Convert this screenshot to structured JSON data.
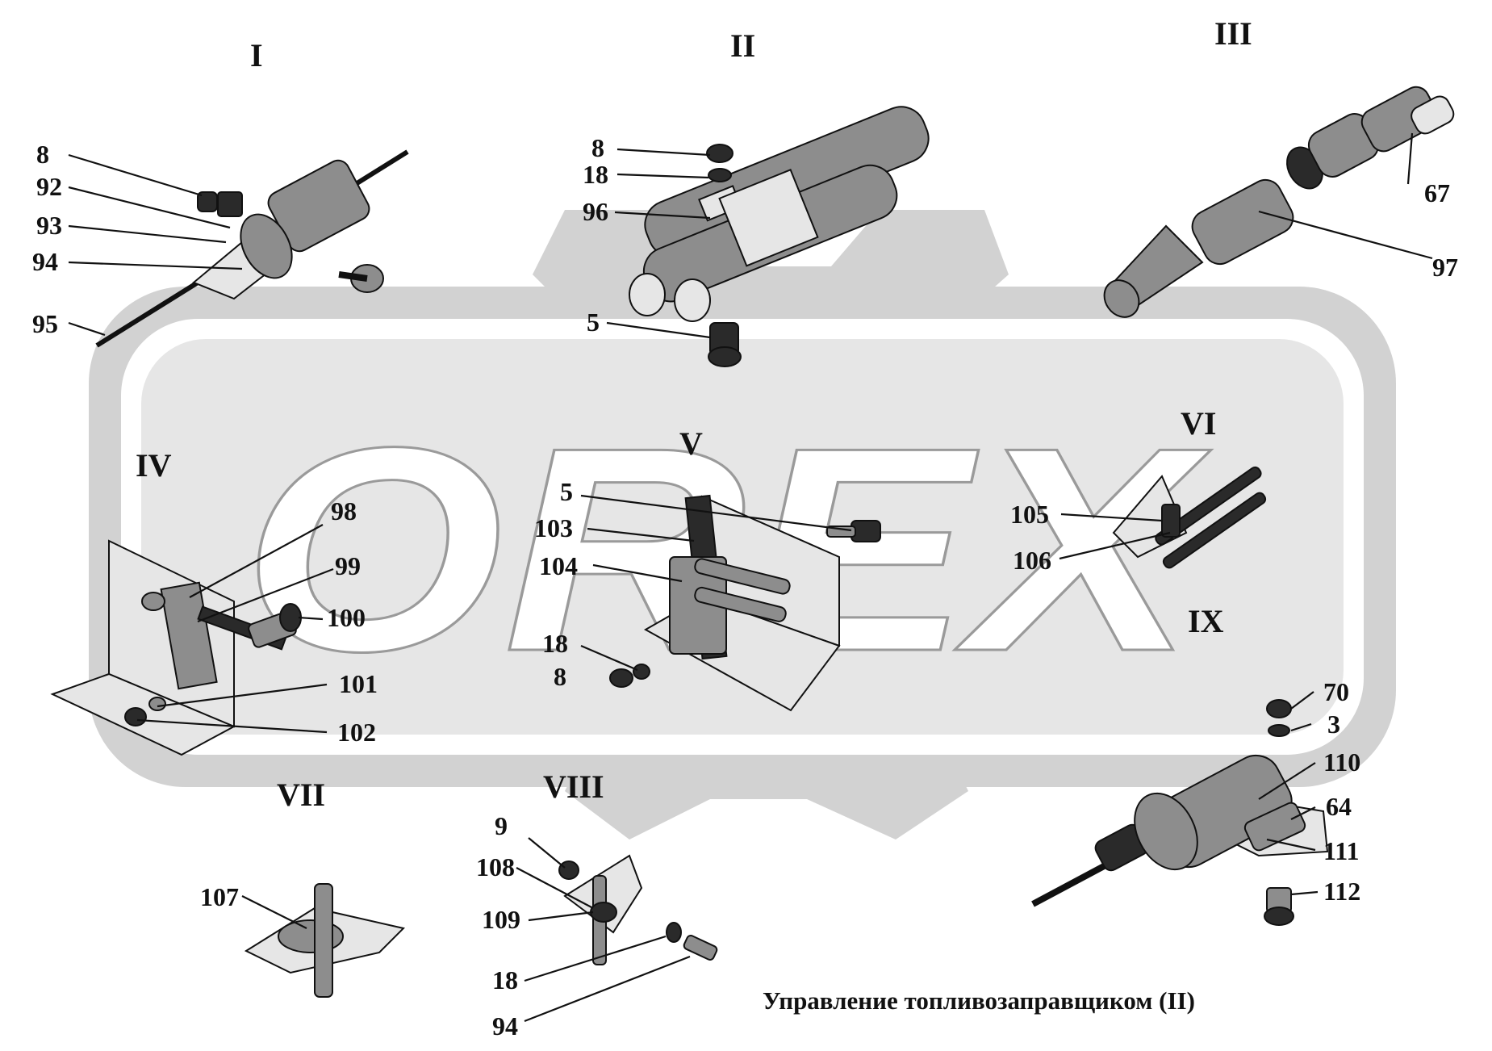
{
  "caption": "Управление топливозаправщиком (II)",
  "watermark": {
    "text": "OREX",
    "color": "#d2d2d2"
  },
  "sections": [
    {
      "id": "I",
      "label": "I"
    },
    {
      "id": "II",
      "label": "II"
    },
    {
      "id": "III",
      "label": "III"
    },
    {
      "id": "IV",
      "label": "IV"
    },
    {
      "id": "V",
      "label": "V"
    },
    {
      "id": "VI",
      "label": "VI"
    },
    {
      "id": "VII",
      "label": "VII"
    },
    {
      "id": "VIII",
      "label": "VIII"
    },
    {
      "id": "IX",
      "label": "IX"
    }
  ],
  "part_labels": {
    "I": [
      "8",
      "92",
      "93",
      "94",
      "95"
    ],
    "II": [
      "8",
      "18",
      "96",
      "5"
    ],
    "III": [
      "67",
      "97"
    ],
    "IV": [
      "98",
      "99",
      "100",
      "101",
      "102"
    ],
    "V": [
      "5",
      "103",
      "104",
      "18",
      "8"
    ],
    "VI": [
      "105",
      "106"
    ],
    "VII": [
      "107"
    ],
    "VIII": [
      "9",
      "108",
      "109",
      "18",
      "94"
    ],
    "IX": [
      "70",
      "3",
      "110",
      "64",
      "111",
      "112"
    ]
  }
}
